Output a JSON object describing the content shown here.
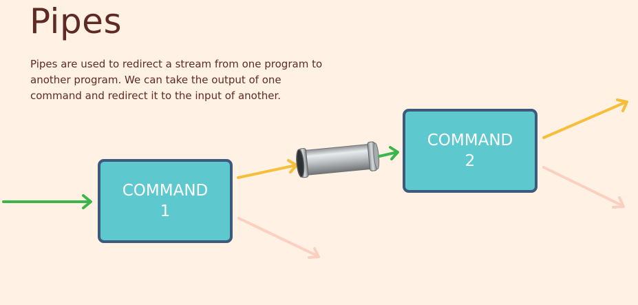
{
  "title": "Pipes",
  "description": "Pipes are used to redirect a stream from one program to another program.  We can take the output of one command and redirect it to the input of another.",
  "command1": {
    "label": "COMMAND",
    "number": "1"
  },
  "command2": {
    "label": "COMMAND",
    "number": "2"
  },
  "colors": {
    "background": "#fff1e3",
    "title_text": "#5e2a25",
    "box_fill": "#5ec8cf",
    "box_border": "#3d5a7d",
    "input_arrow": "#3cb54b",
    "output_arrow": "#f7be3c",
    "error_arrow": "#fbd0c1",
    "pipe": "#b8bcbf"
  },
  "icons": {
    "pipe": "metal-pipe-icon"
  }
}
